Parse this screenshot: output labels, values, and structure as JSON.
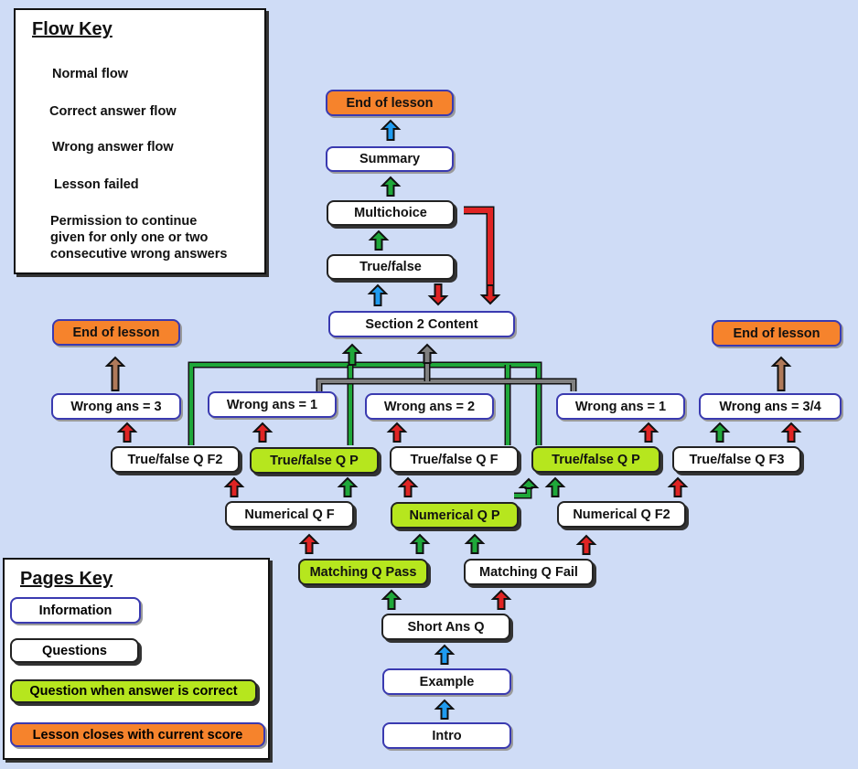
{
  "flow_key": {
    "title": "Flow Key",
    "normal": "Normal flow",
    "correct": "Correct answer flow",
    "wrong": "Wrong answer flow",
    "failed": "Lesson failed",
    "permission_l1": "Permission to continue",
    "permission_l2": "given for only one or two",
    "permission_l3": "consecutive wrong answers"
  },
  "pages_key": {
    "title": "Pages Key",
    "information": "Information",
    "questions": "Questions",
    "correct": "Question when answer is correct",
    "closes": "Lesson closes with current score"
  },
  "nodes": {
    "end_top": "End of lesson",
    "summary": "Summary",
    "multichoice": "Multichoice",
    "true_false": "True/false",
    "section2": "Section 2 Content",
    "end_left": "End of lesson",
    "end_right": "End of lesson",
    "wrong3": "Wrong ans = 3",
    "wrong1_a": "Wrong ans = 1",
    "wrong2": "Wrong ans = 2",
    "wrong1_b": "Wrong ans = 1",
    "wrong34": "Wrong ans = 3/4",
    "tf_f2": "True/false Q F2",
    "tf_p1": "True/false Q P",
    "tf_f": "True/false Q F",
    "tf_p2": "True/false Q P",
    "tf_f3": "True/false Q F3",
    "num_f": "Numerical Q F",
    "num_p": "Numerical Q P",
    "num_f2": "Numerical Q F2",
    "match_pass": "Matching Q Pass",
    "match_fail": "Matching Q Fail",
    "short_ans": "Short Ans Q",
    "example": "Example",
    "intro": "Intro"
  },
  "colors": {
    "background": "#cfdcf6",
    "normal_arrow": "#1f9bf0",
    "correct_arrow": "#1fa83a",
    "wrong_arrow": "#e02424",
    "failed_arrow": "#b07a5a",
    "permission_arrow": "#808080",
    "correct_page": "#b6e61e",
    "closes_page": "#f6832c"
  }
}
